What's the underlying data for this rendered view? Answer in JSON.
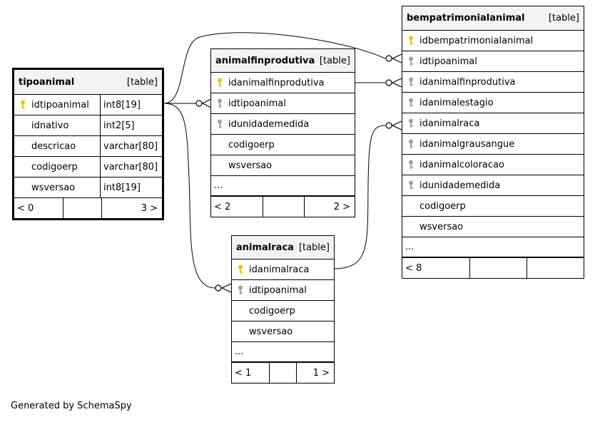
{
  "footer_text": "Generated by SchemaSpy",
  "tables": {
    "tipoanimal": {
      "name": "tipoanimal",
      "kind": "[table]",
      "columns": [
        {
          "name": "idtipoanimal",
          "type": "int8[19]",
          "key": "pk"
        },
        {
          "name": "idnativo",
          "type": "int2[5]",
          "key": ""
        },
        {
          "name": "descricao",
          "type": "varchar[80]",
          "key": ""
        },
        {
          "name": "codigoerp",
          "type": "varchar[80]",
          "key": ""
        },
        {
          "name": "wsversao",
          "type": "int8[19]",
          "key": ""
        }
      ],
      "footer": {
        "left": "< 0",
        "mid": "",
        "right": "3 >"
      }
    },
    "animalfinprodutiva": {
      "name": "animalfinprodutiva",
      "kind": "[table]",
      "columns": [
        {
          "name": "idanimalfinprodutiva",
          "key": "pk"
        },
        {
          "name": "idtipoanimal",
          "key": "fk"
        },
        {
          "name": "idunidademedida",
          "key": "fk"
        },
        {
          "name": "codigoerp",
          "key": ""
        },
        {
          "name": "wsversao",
          "key": ""
        }
      ],
      "more": "...",
      "footer": {
        "left": "< 2",
        "mid": "",
        "right": "2 >"
      }
    },
    "animalraca": {
      "name": "animalraca",
      "kind": "[table]",
      "columns": [
        {
          "name": "idanimalraca",
          "key": "pk"
        },
        {
          "name": "idtipoanimal",
          "key": "fk"
        },
        {
          "name": "codigoerp",
          "key": ""
        },
        {
          "name": "wsversao",
          "key": ""
        }
      ],
      "more": "...",
      "footer": {
        "left": "< 1",
        "mid": "",
        "right": "1 >"
      }
    },
    "bempatrimonialanimal": {
      "name": "bempatrimonialanimal",
      "kind": "[table]",
      "columns": [
        {
          "name": "idbempatrimonialanimal",
          "key": "pk"
        },
        {
          "name": "idtipoanimal",
          "key": "fk"
        },
        {
          "name": "idanimalfinprodutiva",
          "key": "fk"
        },
        {
          "name": "idanimalestagio",
          "key": "fk"
        },
        {
          "name": "idanimalraca",
          "key": "fk"
        },
        {
          "name": "idanimalgrausangue",
          "key": "fk"
        },
        {
          "name": "idanimalcoloracao",
          "key": "fk"
        },
        {
          "name": "idunidademedida",
          "key": "fk"
        },
        {
          "name": "codigoerp",
          "key": ""
        },
        {
          "name": "wsversao",
          "key": ""
        }
      ],
      "more": "...",
      "footer": {
        "left": "< 8",
        "mid": "",
        "right": ""
      }
    }
  },
  "colors": {
    "pk_key": "#e8c800",
    "fk_key": "#a0a0a0",
    "header_bg": "#f3f3f3"
  }
}
